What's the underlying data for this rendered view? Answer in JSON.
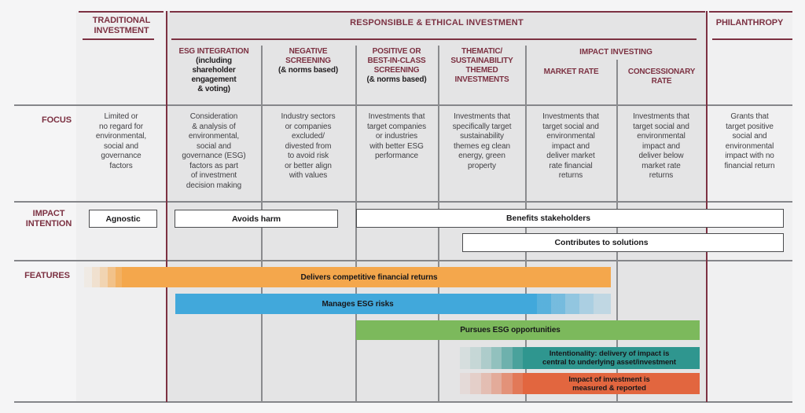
{
  "palette": {
    "maroon": "#7C3142",
    "grid_gray": "#85868A",
    "center_bg": "#E4E4E5",
    "side_col_bg": "#EFEFF0",
    "bar_orange": "#F4A74C",
    "bar_blue": "#41A8DB",
    "bar_green": "#7CB95C",
    "bar_teal": "#2F968F",
    "bar_red": "#E2663F"
  },
  "groups": {
    "traditional": "TRADITIONAL\nINVESTMENT",
    "responsible": "RESPONSIBLE & ETHICAL INVESTMENT",
    "philanthropy": "PHILANTHROPY",
    "impact_investing": "IMPACT INVESTING"
  },
  "row_labels": {
    "focus": "FOCUS",
    "impact_intention": "IMPACT\nINTENTION",
    "features": "FEATURES"
  },
  "columns": [
    {
      "id": "traditional",
      "focus": "Limited or\nno regard for\nenvironmental,\nsocial and\ngovernance\nfactors"
    },
    {
      "id": "esg-integration",
      "title": "ESG INTEGRATION",
      "subtitle": "(including\nshareholder\nengagement\n& voting)",
      "focus": "Consideration\n& analysis of\nenvironmental,\nsocial and\ngovernance (ESG)\nfactors as part\nof investment\ndecision making"
    },
    {
      "id": "negative-screening",
      "title": "NEGATIVE\nSCREENING",
      "subtitle": "(& norms based)",
      "focus": "Industry sectors\nor companies\nexcluded/\ndivested from\nto avoid risk\nor better align\nwith values"
    },
    {
      "id": "positive-screening",
      "title": "POSITIVE OR\nBEST-IN-CLASS\nSCREENING",
      "subtitle": "(& norms based)",
      "focus": "Investments that\ntarget companies\nor industries\nwith better ESG\nperformance"
    },
    {
      "id": "thematic",
      "title": "THEMATIC/\nSUSTAINABILITY\nTHEMED\nINVESTMENTS",
      "focus": "Investments that\nspecifically target\nsustainability\nthemes eg clean\nenergy, green\nproperty"
    },
    {
      "id": "market-rate",
      "title": "MARKET RATE",
      "focus": "Investments that\ntarget social and\nenvironmental\nimpact and\ndeliver market\nrate financial\nreturns"
    },
    {
      "id": "concessionary-rate",
      "title": "CONCESSIONARY\nRATE",
      "focus": "Investments that\ntarget social and\nenvironmental\nimpact and\ndeliver below\nmarket rate\nreturns"
    },
    {
      "id": "philanthropy",
      "focus": "Grants that\ntarget positive\nsocial and\nenvironmental\nimpact with no\nfinancial return"
    }
  ],
  "intention_boxes": [
    {
      "label": "Agnostic"
    },
    {
      "label": "Avoids harm"
    },
    {
      "label": "Benefits stakeholders"
    },
    {
      "label": "Contributes to solutions"
    }
  ],
  "feature_bars": [
    {
      "label": "Delivers competitive financial returns",
      "color": "#F4A74C"
    },
    {
      "label": "Manages ESG risks",
      "color": "#41A8DB"
    },
    {
      "label": "Pursues ESG opportunities",
      "color": "#7CB95C"
    },
    {
      "label": "Intentionality: delivery of impact is\ncentral to underlying asset/investment",
      "color": "#2F968F"
    },
    {
      "label": "Impact of investment is\nmeasured & reported",
      "color": "#E2663F"
    }
  ]
}
